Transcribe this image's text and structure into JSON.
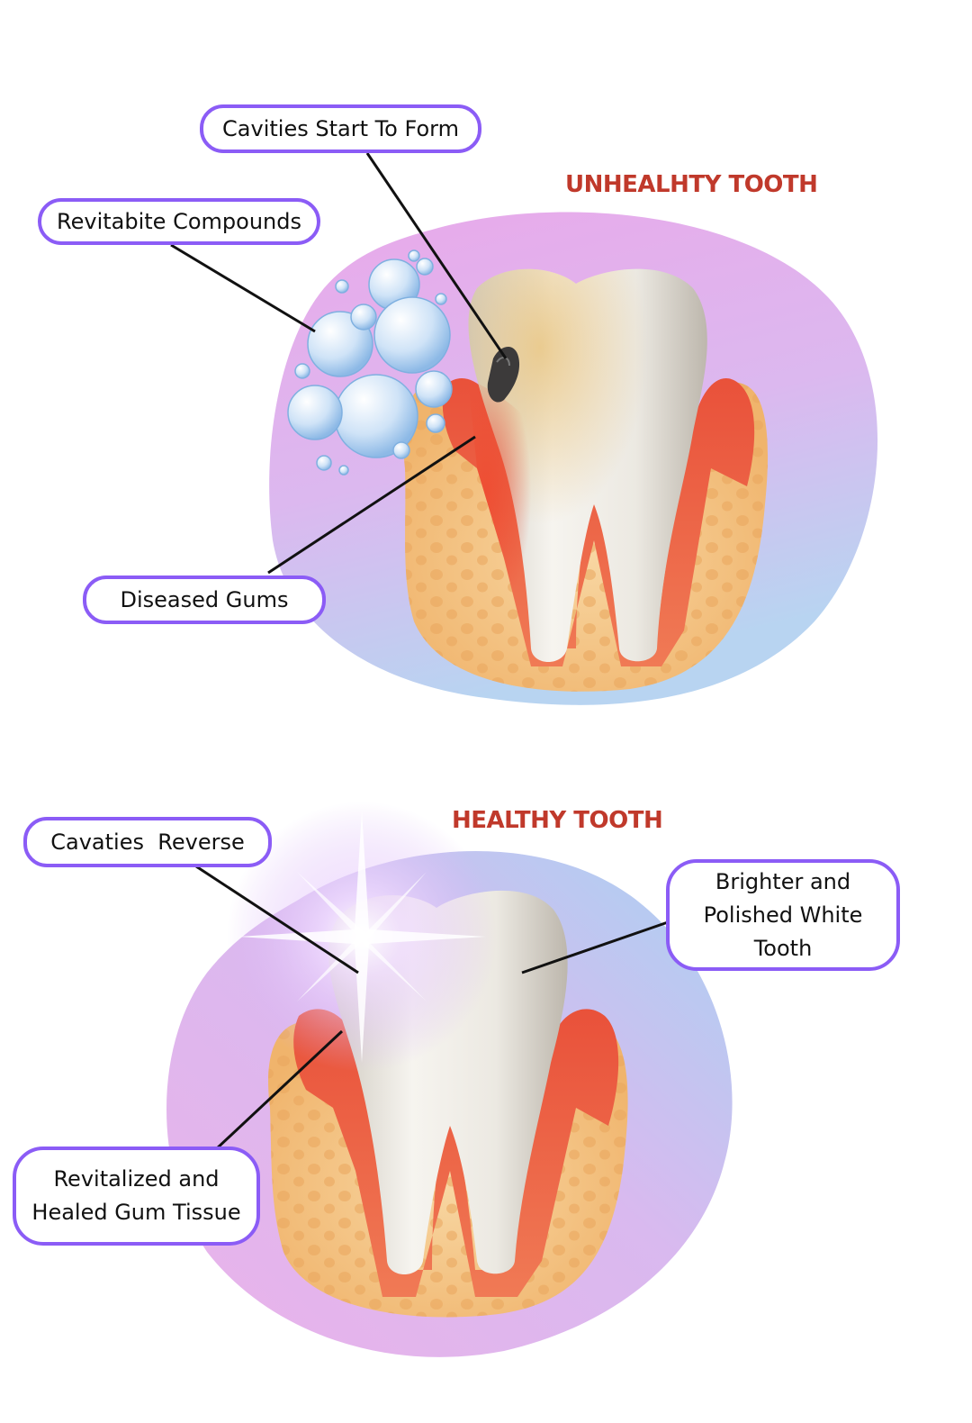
{
  "unhealthy": {
    "heading": "UNHEALHTY TOOTH",
    "labels": {
      "cavities": "Cavities Start To Form",
      "compounds": "Revitabite Compounds",
      "gums": "Diseased Gums"
    }
  },
  "healthy": {
    "heading": "HEALTHY TOOTH",
    "labels": {
      "reverse": "Cavaties  Reverse",
      "white": "Brighter and Polished White Tooth",
      "tissue": "Revitalized and Healed Gum Tissue"
    }
  },
  "colors": {
    "accent": "#8b5cf6",
    "heading": "#c0392b",
    "gum": "#e8553f",
    "bone": "#f6c98a",
    "enamel": "#f2efe9"
  }
}
